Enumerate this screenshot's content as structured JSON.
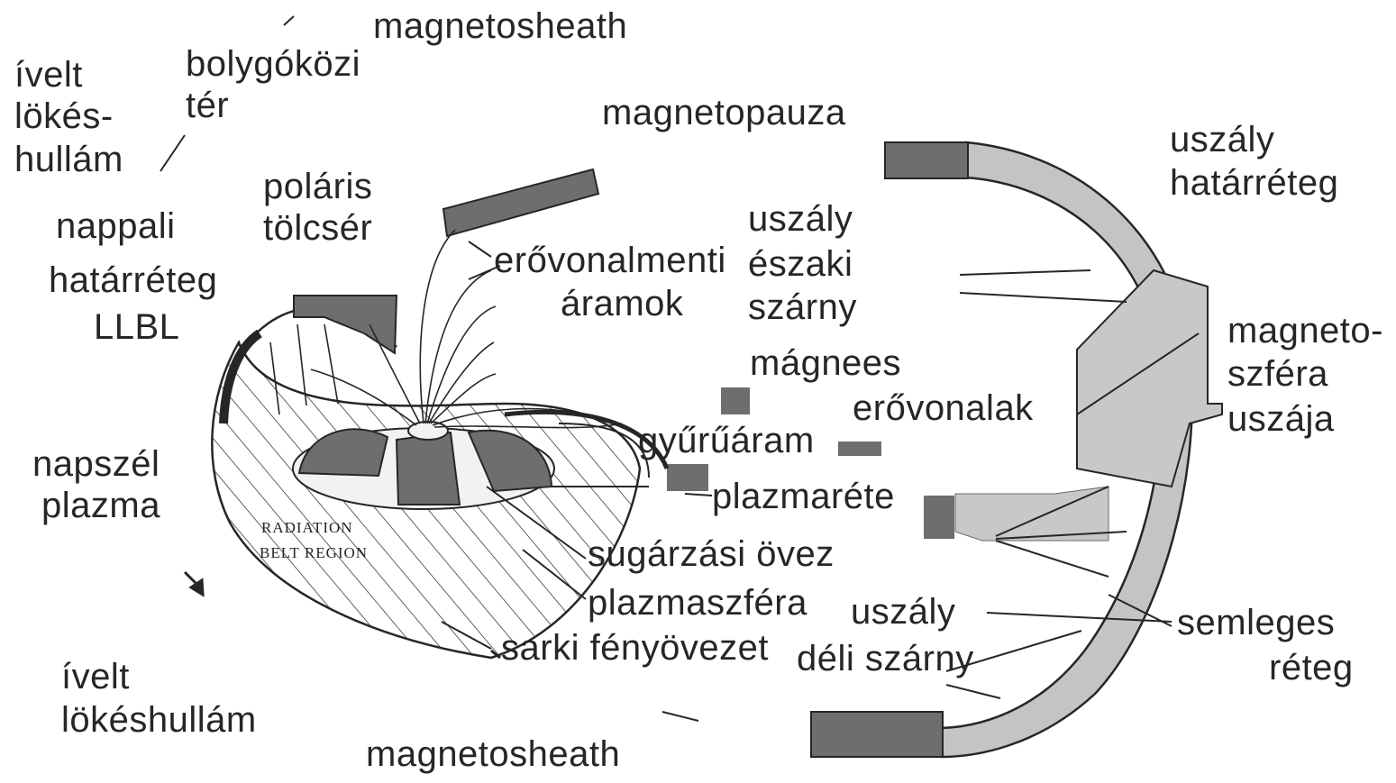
{
  "labels": {
    "magnetosheath_top": "magnetosheath",
    "ivelt_top_1": "ívelt",
    "ivelt_top_2": "lökés-",
    "ivelt_top_3": "hullám",
    "bolygokozi_1": "bolygóközi",
    "bolygokozi_2": "tér",
    "magnetopauza": "magnetopauza",
    "uszaly_hatar_1": "uszály",
    "uszaly_hatar_2": "határréteg",
    "polaris_1": "poláris",
    "polaris_2": "tölcsér",
    "nappali_1": "nappali",
    "nappali_2": "határréteg",
    "nappali_3": "LLBL",
    "uszaly_eszaki_1": "uszály",
    "uszaly_eszaki_2": "északi",
    "uszaly_eszaki_3": "szárny",
    "erovonalmenti_1": "erővonalmenti",
    "erovonalmenti_2": "áramok",
    "magneto_1": "magneto-",
    "magneto_2": "szféra",
    "magneto_3": "uszája",
    "magnees": "mágnees",
    "erovonalak": "erővonalak",
    "gyuruaram": "gyűrűáram",
    "napszel_1": "napszél",
    "napszel_2": "plazma",
    "plazmarete": "plazmaréte",
    "radiation_1": "RADIATION",
    "radiation_2": "BELT REGION",
    "sugarzasi": "sugárzási övez",
    "plazmaszfera": "plazmaszféra",
    "uszaly_deli_1": "uszály",
    "uszaly_deli_2": "déli szárny",
    "semleges_1": "semleges",
    "semleges_2": "réteg",
    "sarki": "sarki fényövezet",
    "ivelt_bottom_1": "ívelt",
    "ivelt_bottom_2": "lökéshullám",
    "magnetosheath_bottom": "magnetosheath"
  },
  "colors": {
    "ink": "#262626",
    "dark_gray": "#6e6e6e",
    "light_gray": "#c4c4c4",
    "earth_light": "#f2f2f2"
  }
}
